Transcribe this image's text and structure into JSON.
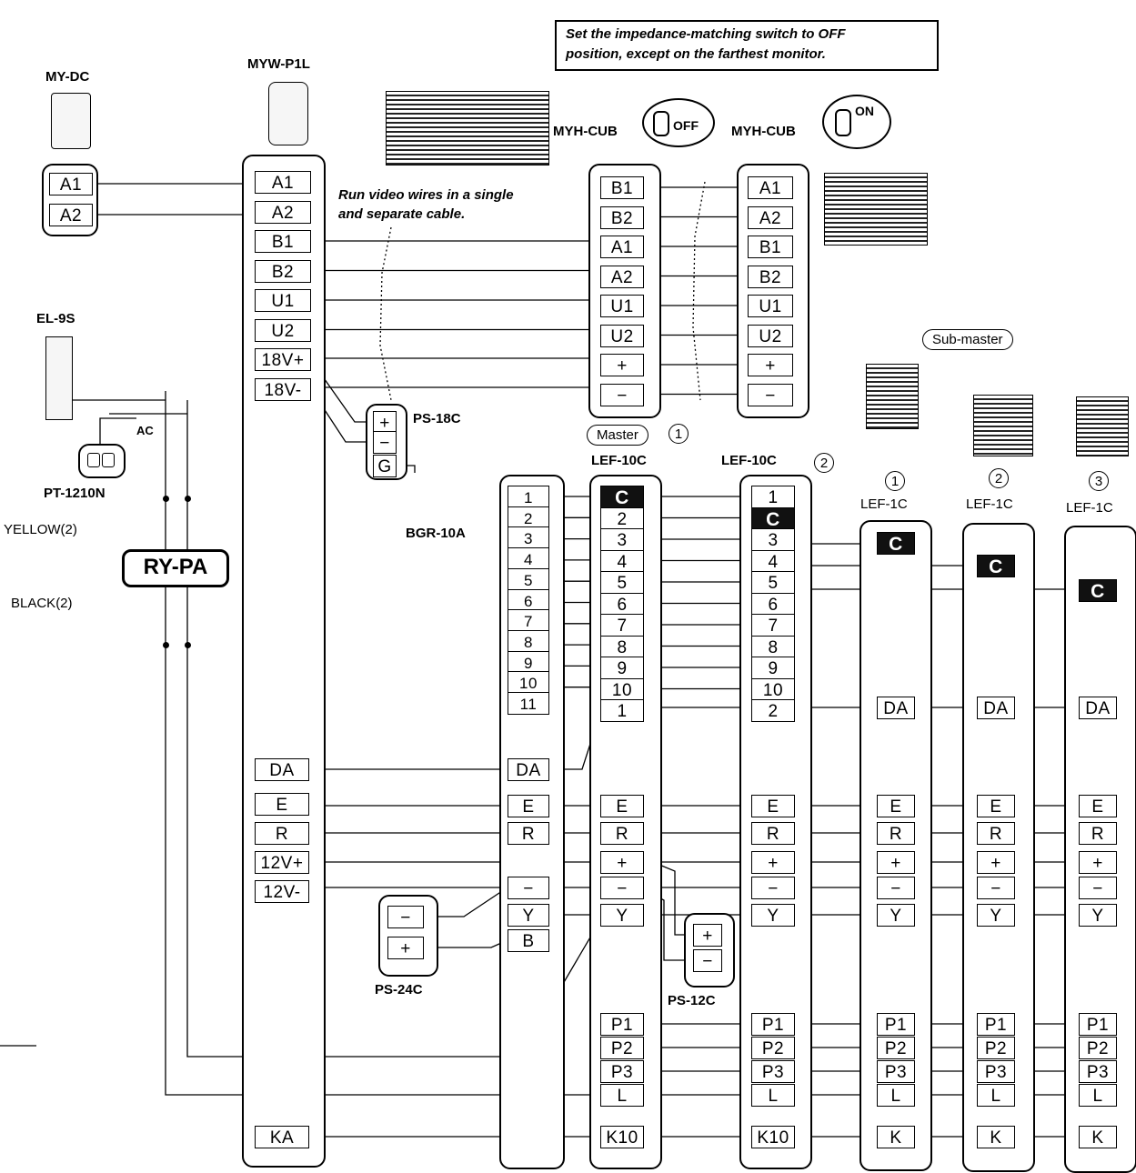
{
  "callout": {
    "text1": "Set the impedance-matching switch to OFF",
    "text2": "position, except on the farthest monitor."
  },
  "note": {
    "line1": "Run video wires in a single",
    "line2": "and separate cable."
  },
  "labels": {
    "my_dc": "MY-DC",
    "myw_p1l": "MYW-P1L",
    "myh_cub_1": "MYH-CUB",
    "myh_cub_2": "MYH-CUB",
    "sw_off": "OFF",
    "sw_on": "ON",
    "el_9s": "EL-9S",
    "ac": "AC",
    "pt_1210n": "PT-1210N",
    "yellow": "YELLOW(2)",
    "black": "BLACK(2)",
    "ry_pa": "RY-PA",
    "ps_18c": "PS-18C",
    "master": "Master",
    "lef_10c_1": "LEF-10C",
    "lef_10c_2": "LEF-10C",
    "bgr_10a": "BGR-10A",
    "sub_master": "Sub-master",
    "lef_1c_1": "LEF-1C",
    "lef_1c_2": "LEF-1C",
    "lef_1c_3": "LEF-1C",
    "ps_24c": "PS-24C",
    "ps_12c": "PS-12C",
    "n1": "1",
    "n2": "2",
    "n3": "3"
  },
  "terminals": {
    "mydc": [
      "A1",
      "A2"
    ],
    "myw_top": [
      "A1",
      "A2",
      "B1",
      "B2",
      "U1",
      "U2",
      "18V+",
      "18V-"
    ],
    "myw_bottom": [
      "DA",
      "E",
      "R",
      "12V+",
      "12V-",
      "KA"
    ],
    "cub1": [
      "B1",
      "B2",
      "A1",
      "A2",
      "U1",
      "U2",
      "+",
      "−"
    ],
    "cub2": [
      "A1",
      "A2",
      "B1",
      "B2",
      "U1",
      "U2",
      "+",
      "−"
    ],
    "ps18c": [
      "+",
      "−",
      "G"
    ],
    "bgr": [
      "1",
      "2",
      "3",
      "4",
      "5",
      "6",
      "7",
      "8",
      "9",
      "10",
      "11",
      "DA",
      "E",
      "R",
      "−",
      "Y",
      "B"
    ],
    "lef10c_master": [
      "C",
      "2",
      "3",
      "4",
      "5",
      "6",
      "7",
      "8",
      "9",
      "10",
      "1",
      "E",
      "R",
      "+",
      "−",
      "Y",
      "P1",
      "P2",
      "P3",
      "L",
      "K10"
    ],
    "lef10c_2": [
      "1",
      "C",
      "3",
      "4",
      "5",
      "6",
      "7",
      "8",
      "9",
      "10",
      "2",
      "E",
      "R",
      "+",
      "−",
      "Y",
      "P1",
      "P2",
      "P3",
      "L",
      "K10"
    ],
    "lef1c": [
      "C",
      "DA",
      "E",
      "R",
      "+",
      "−",
      "Y",
      "P1",
      "P2",
      "P3",
      "L",
      "K"
    ],
    "ps24c": [
      "−",
      "+"
    ],
    "ps12c": [
      "+",
      "−"
    ]
  }
}
